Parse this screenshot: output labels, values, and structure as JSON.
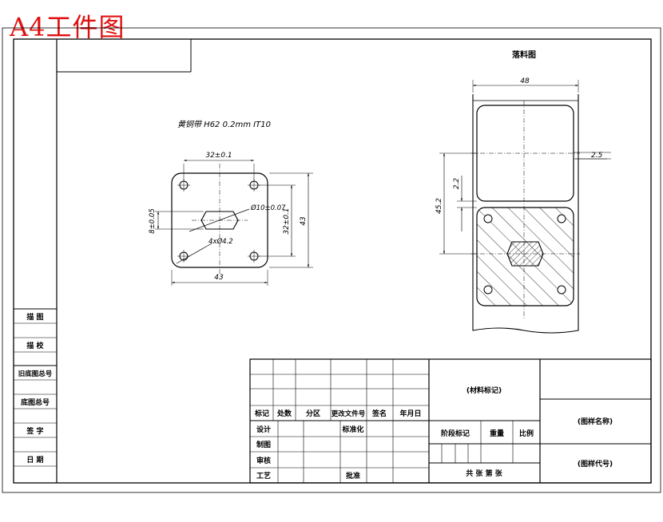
{
  "sheet": {
    "corner_title": "A4工件图",
    "accent_color": "#e01010"
  },
  "left_strip": {
    "cells": [
      "描 图",
      "描 校",
      "旧底图总号",
      "底图总号",
      "签 字",
      "日 期"
    ]
  },
  "drawing": {
    "part_title": "落料图",
    "material_note": "黄铜带 H62 0.2mm IT10",
    "dims": {
      "hole_spacing_top": "32±0.1",
      "width_bottom": "43",
      "height_inner": "32±0.1",
      "height_outer": "43",
      "slot_width": "8±0.05",
      "slot_length": "Ø10±0.07",
      "holes": "4xØ4.2"
    },
    "layout_dims": {
      "strip_width": "48",
      "edge": "2.5",
      "gap": "2.2",
      "pitch": "45.2"
    }
  },
  "title_block": {
    "row_labels": [
      "标记",
      "处数",
      "分区",
      "更改文件号",
      "签名",
      "年月日"
    ],
    "left_labels": [
      "设计",
      "制图",
      "审核",
      "工艺"
    ],
    "standardization": "标准化",
    "approve": "批准",
    "material_mark": "(材料标记)",
    "stage_mark": "阶段标记",
    "weight": "重量",
    "scale": "比例",
    "sheets": "共 张 第 张",
    "drawing_name": "(图样名称)",
    "drawing_code": "(图样代号)"
  }
}
